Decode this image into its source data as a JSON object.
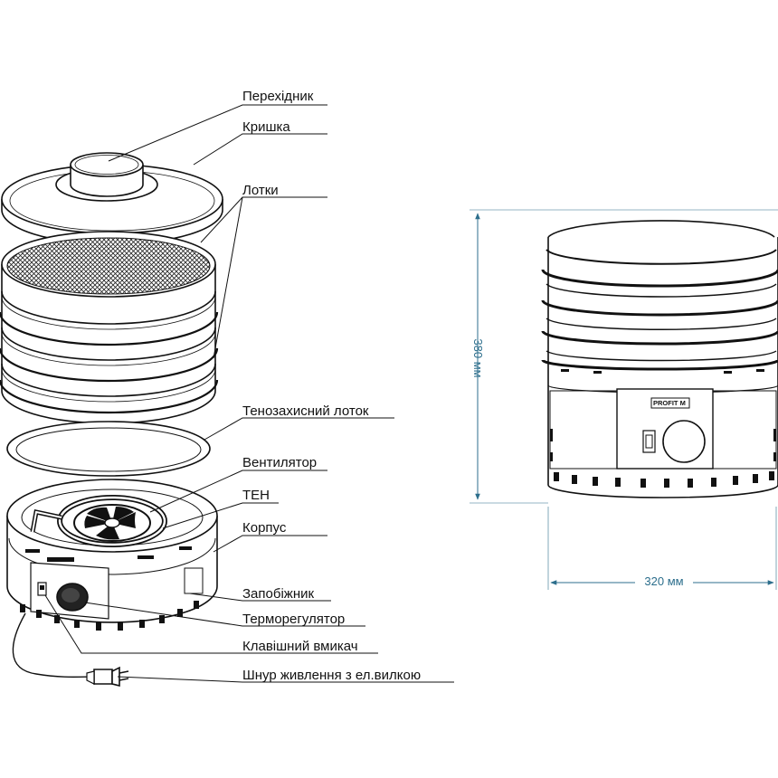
{
  "labels": {
    "adapter": "Перехідник",
    "lid": "Кришка",
    "trays": "Лотки",
    "heat_shield_tray": "Тенозахисний лоток",
    "fan": "Вентилятор",
    "heater": "ТЕН",
    "housing": "Корпус",
    "fuse": "Запобіжник",
    "thermostat": "Терморегулятор",
    "rocker_switch": "Клавішний вмикач",
    "power_cord": "Шнур живлення з ел.вилкою"
  },
  "dimensions": {
    "height": "380 мм",
    "width": "320 мм"
  },
  "brand_logo": "PROFIT M",
  "colors": {
    "outline": "#111111",
    "dimension_line": "#2c6e8c"
  }
}
